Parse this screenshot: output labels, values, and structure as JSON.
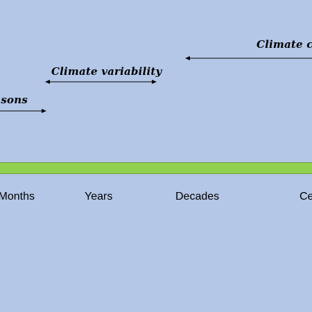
{
  "labels": {
    "seasons": "Seasons",
    "variability": "Climate variability",
    "change": "Climate change"
  },
  "timescale": {
    "ticks": [
      "Months",
      "Years",
      "Decades",
      "Centuries"
    ],
    "bar_color": "#92d050"
  },
  "colors": {
    "background": "#b4c7e7",
    "arrow": "#000000"
  }
}
